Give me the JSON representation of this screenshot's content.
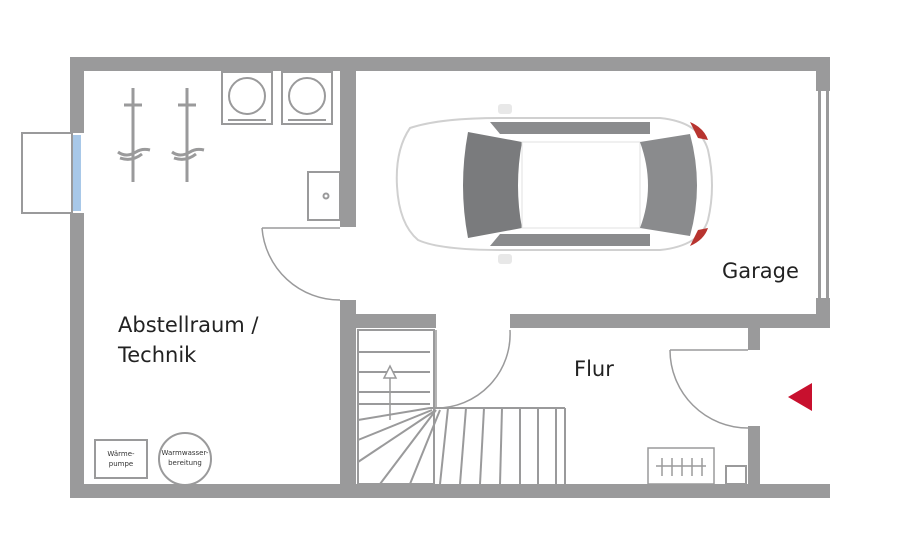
{
  "rooms": {
    "storage_line1": "Abstellraum /",
    "storage_line2": "Technik",
    "garage": "Garage",
    "hallway": "Flur"
  },
  "equipment": {
    "heat_pump_line1": "Wärme-",
    "heat_pump_line2": "pumpe",
    "water_heater_line1": "Warmwasser-",
    "water_heater_line2": "bereitung"
  },
  "colors": {
    "wall": "#9a9a9b",
    "entrance_marker": "#c8102e",
    "window_glass": "#a8c8e8"
  },
  "icons": [
    "bicycle-icon",
    "washing-machine-icon",
    "dryer-icon",
    "sink-icon",
    "car-icon",
    "radiator-icon",
    "stairs-arrow-icon",
    "entrance-arrow-icon"
  ]
}
